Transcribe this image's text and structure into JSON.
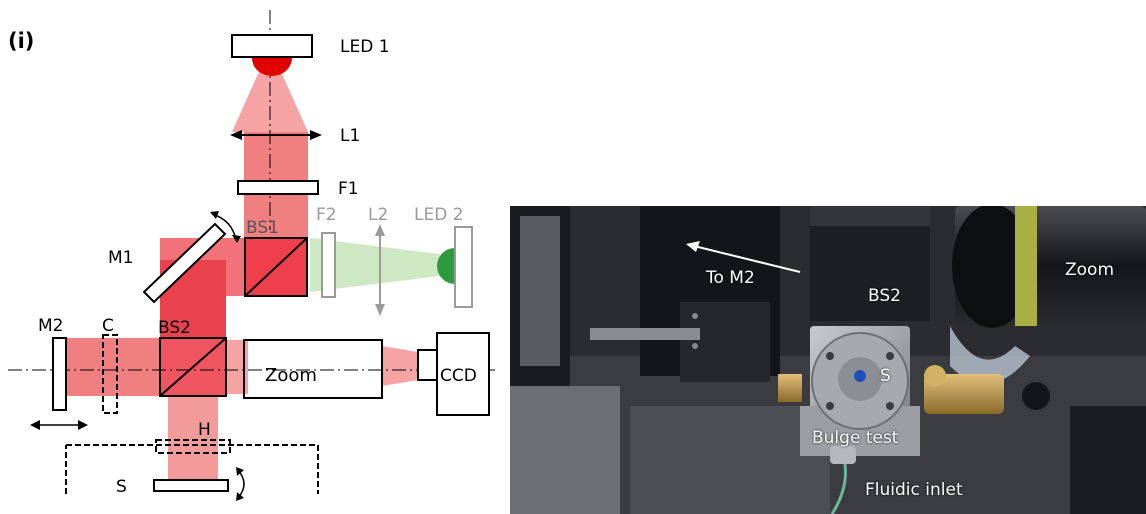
{
  "panel_label": "(i)",
  "diagram": {
    "labels": {
      "led1": "LED 1",
      "l1": "L1",
      "f1": "F1",
      "f2": "F2",
      "l2": "L2",
      "led2": "LED 2",
      "bs1": "BS1",
      "m1": "M1",
      "m2": "M2",
      "c": "C",
      "bs2": "BS2",
      "zoom": "Zoom",
      "ccd": "CCD",
      "h": "H",
      "s": "S"
    },
    "colors": {
      "red_beam": "#f08080",
      "dense_red": "#e84050",
      "green_beam": "#cfe8c4",
      "led_red": "#e00000",
      "led_green": "#2e9a3e",
      "optics": "#000000",
      "faded": "#9a9a9a"
    }
  },
  "photo": {
    "labels": {
      "to_m2": "To M2",
      "bs2": "BS2",
      "zoom": "Zoom",
      "s": "S",
      "bulge_test": "Bulge test",
      "fluidic_inlet": "Fluidic inlet"
    }
  }
}
